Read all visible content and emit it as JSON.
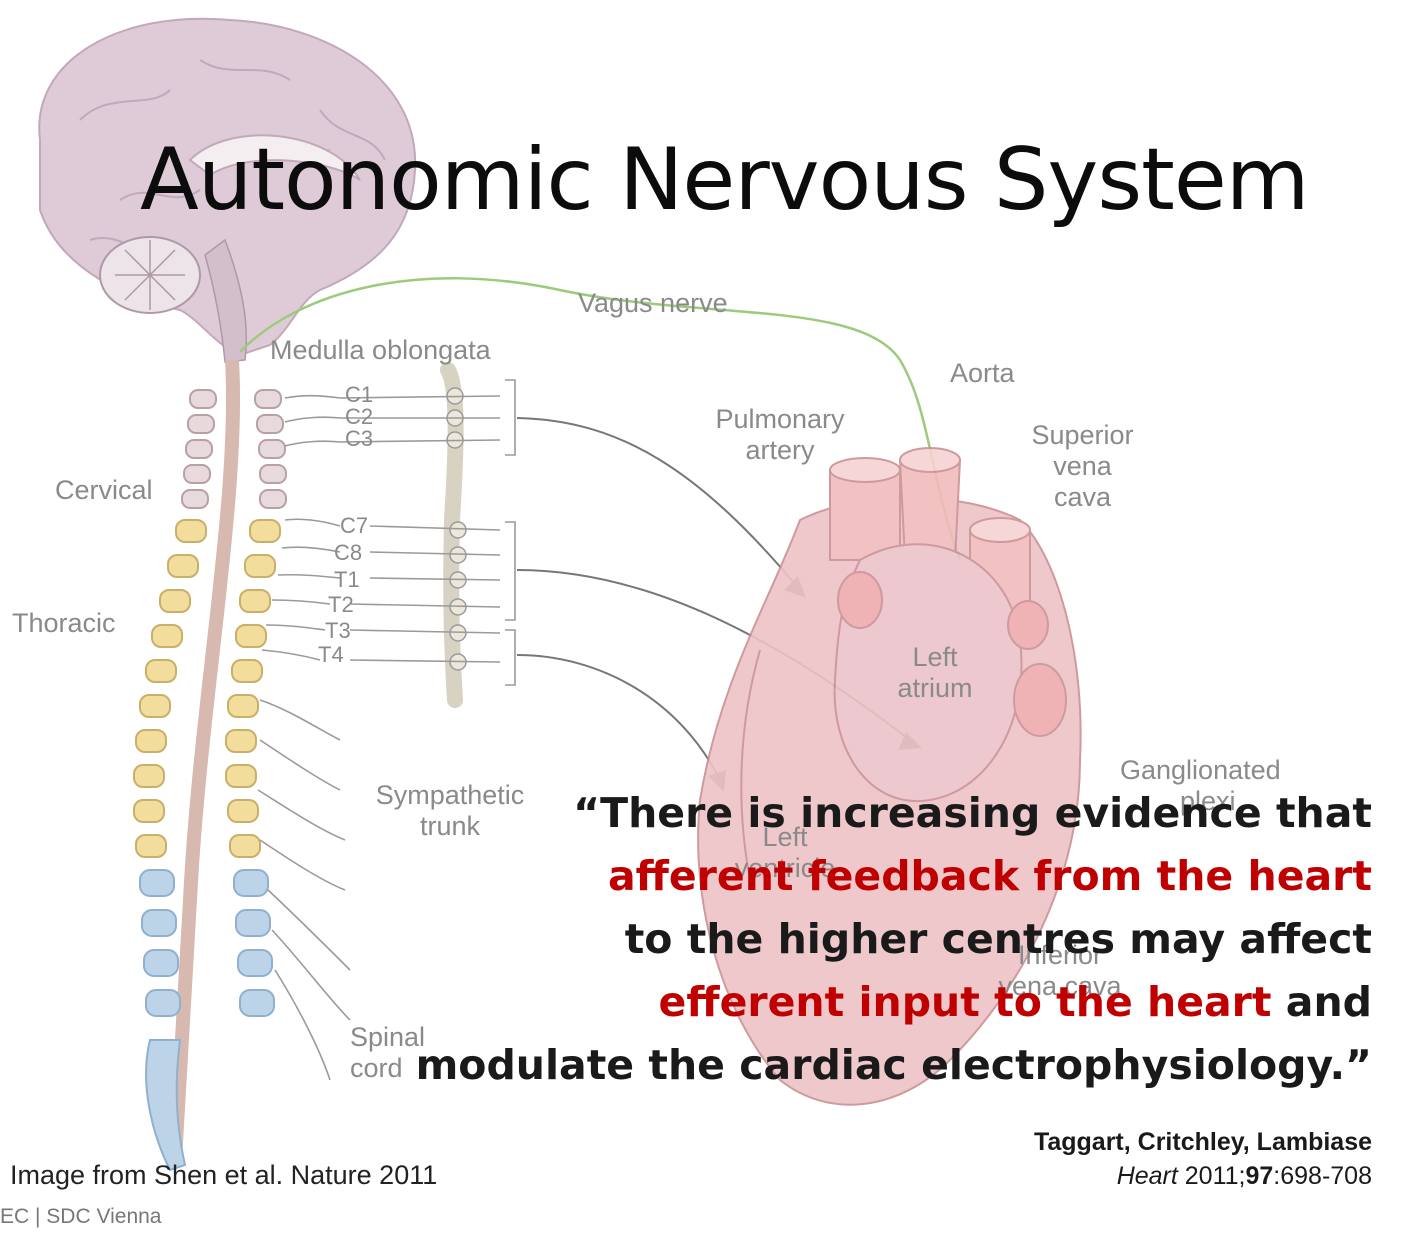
{
  "title": "Autonomic Nervous System",
  "diagram": {
    "labels": {
      "vagus_nerve": "Vagus nerve",
      "medulla_oblongata": "Medulla oblongata",
      "cervical": "Cervical",
      "thoracic": "Thoracic",
      "c1": "C1",
      "c2": "C2",
      "c3": "C3",
      "c7": "C7",
      "c8": "C8",
      "t1": "T1",
      "t2": "T2",
      "t3": "T3",
      "t4": "T4",
      "sympathetic_trunk_1": "Sympathetic",
      "sympathetic_trunk_2": "trunk",
      "spinal_cord_1": "Spinal",
      "spinal_cord_2": "cord",
      "aorta": "Aorta",
      "pulmonary_artery_1": "Pulmonary",
      "pulmonary_artery_2": "artery",
      "superior_vena_cava_1": "Superior",
      "superior_vena_cava_2": "vena",
      "superior_vena_cava_3": "cava",
      "left_atrium_1": "Left",
      "left_atrium_2": "atrium",
      "ganglionated_plexi_1": "Ganglionated",
      "ganglionated_plexi_2": "plexi",
      "left_ventricle_1": "Left",
      "left_ventricle_2": "ventricle",
      "inferior_vena_cava_1": "Inferior",
      "inferior_vena_cava_2": "vena cava"
    },
    "colors": {
      "brain": "#d9c3d1",
      "vertebra_cervical": "#d8c8cc",
      "vertebra_thoracic": "#f2dd9c",
      "vertebra_lumbar": "#bcd3e8",
      "heart": "#eec3c6",
      "vagus": "#9acc7c"
    }
  },
  "quote": {
    "line1": "“There is increasing evidence that",
    "line2": "afferent feedback from the heart",
    "line3": "to the higher centres may affect",
    "line4_red": "efferent input to the heart",
    "line4_rest": " and",
    "line5": "modulate the cardiac electrophysiology.”",
    "accent_color": "#c00000"
  },
  "citation": {
    "authors": "Taggart, Critchley, Lambiase",
    "journal": "Heart",
    "year_pre": " 2011;",
    "volume": "97",
    "pages": ":698-708"
  },
  "image_credit": "Image from Shen et al. Nature 2011",
  "footer": "EC | SDC Vienna"
}
